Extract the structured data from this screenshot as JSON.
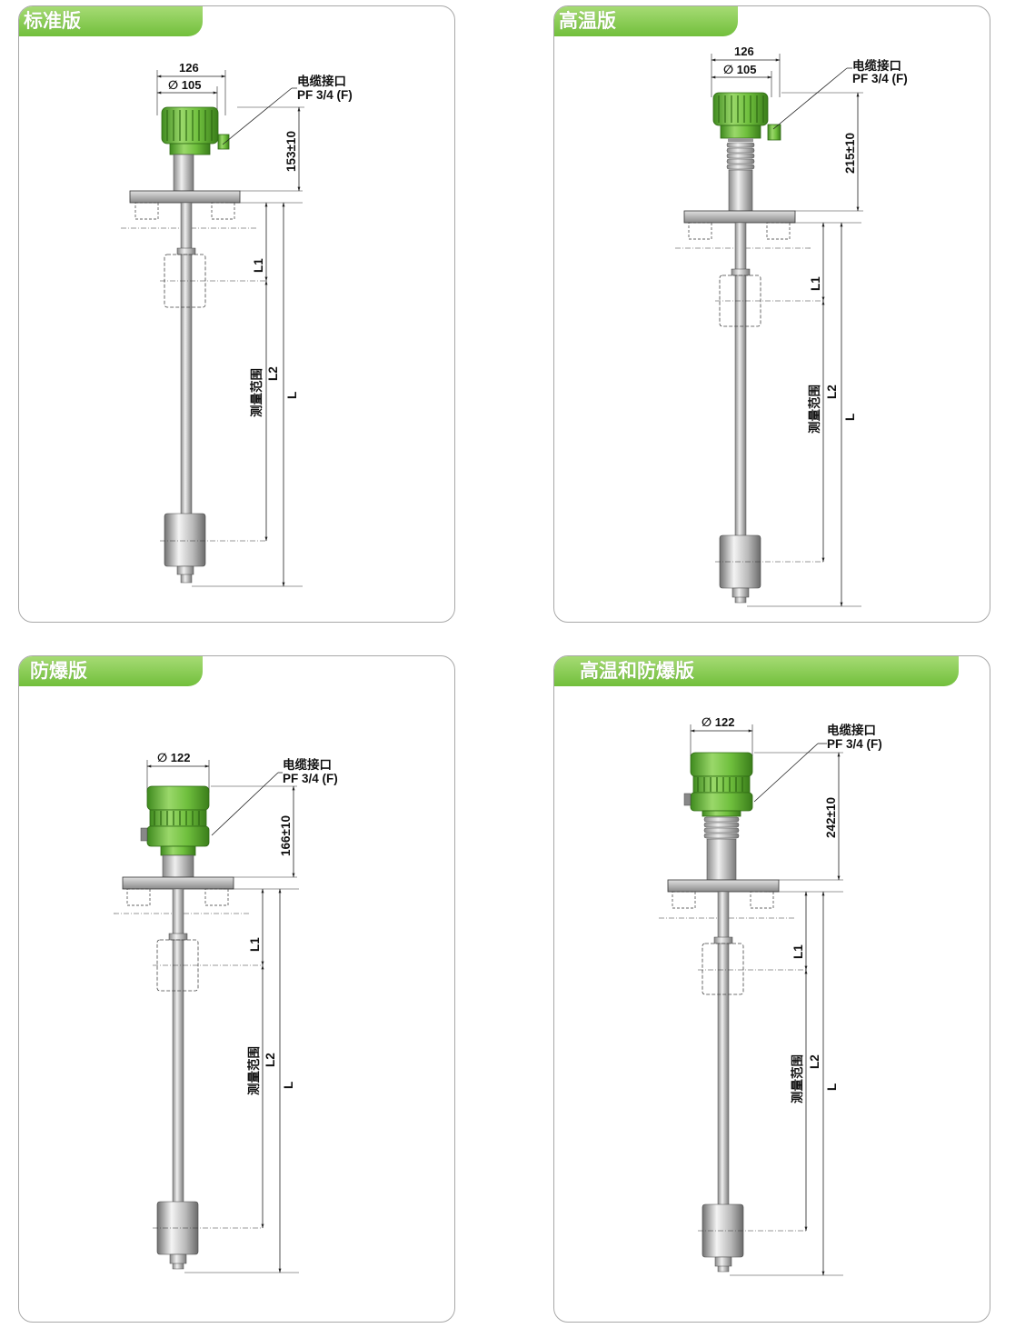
{
  "variants": [
    {
      "title": "标准版",
      "od": "126",
      "id": "∅ 105",
      "height": "153±10",
      "cable": "电缆接口",
      "thread": "PF 3/4 (F)",
      "l1": "L1",
      "l2": "L2",
      "l": "L",
      "range": "测量范围"
    },
    {
      "title": "高温版",
      "od": "126",
      "id": "∅ 105",
      "height": "215±10",
      "cable": "电缆接口",
      "thread": "PF 3/4 (F)",
      "l1": "L1",
      "l2": "L2",
      "l": "L",
      "range": "测量范围"
    },
    {
      "title": "防爆版",
      "id": "∅ 122",
      "height": "166±10",
      "cable": "电缆接口",
      "thread": "PF 3/4 (F)",
      "l1": "L1",
      "l2": "L2",
      "l": "L",
      "range": "测量范围"
    },
    {
      "title": "高温和防爆版",
      "id": "∅ 122",
      "height": "242±10",
      "cable": "电缆接口",
      "thread": "PF 3/4 (F)",
      "l1": "L1",
      "l2": "L2",
      "l": "L",
      "range": "测量范围"
    }
  ],
  "colors": {
    "housing": "#7ec94e",
    "housing_dark": "#3f8a1e",
    "tab": "#8fcf5a",
    "steel": "#c8c8c8",
    "border": "#a8a8a8"
  },
  "icons": [
    "float-level-switch-drawing"
  ]
}
